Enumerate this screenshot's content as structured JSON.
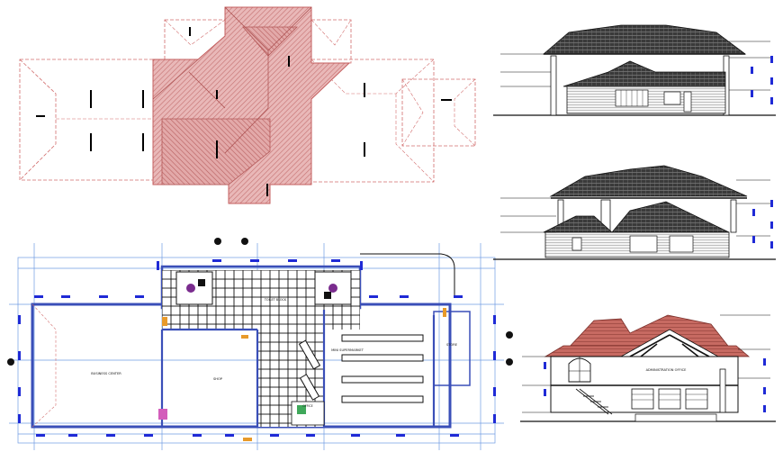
{
  "colors": {
    "roof_light": "#e7b4b4",
    "roof_dark": "#c97c7c",
    "roof_hatch": "#b86a6a",
    "roof_outline": "#d26d6d",
    "grid_blue": "#2d6fd6",
    "wall_blue": "#3a4fb8",
    "dim_blue": "#1f2ad6",
    "elev_dark": "#2a2a2a",
    "elev_red": "#c0574f",
    "floor_tile": "#111111"
  },
  "plan_labels": {
    "business_center": "BUSINESS CENTER",
    "shop": "SHOP",
    "mini_supermarket": "MINI SUPERMARKET",
    "store": "STORE",
    "toilet_block": "TOILET BLOCK",
    "office": "OFFICE"
  },
  "elevation_labels": {
    "administration_office": "ADMINISTRATION OFFICE"
  }
}
